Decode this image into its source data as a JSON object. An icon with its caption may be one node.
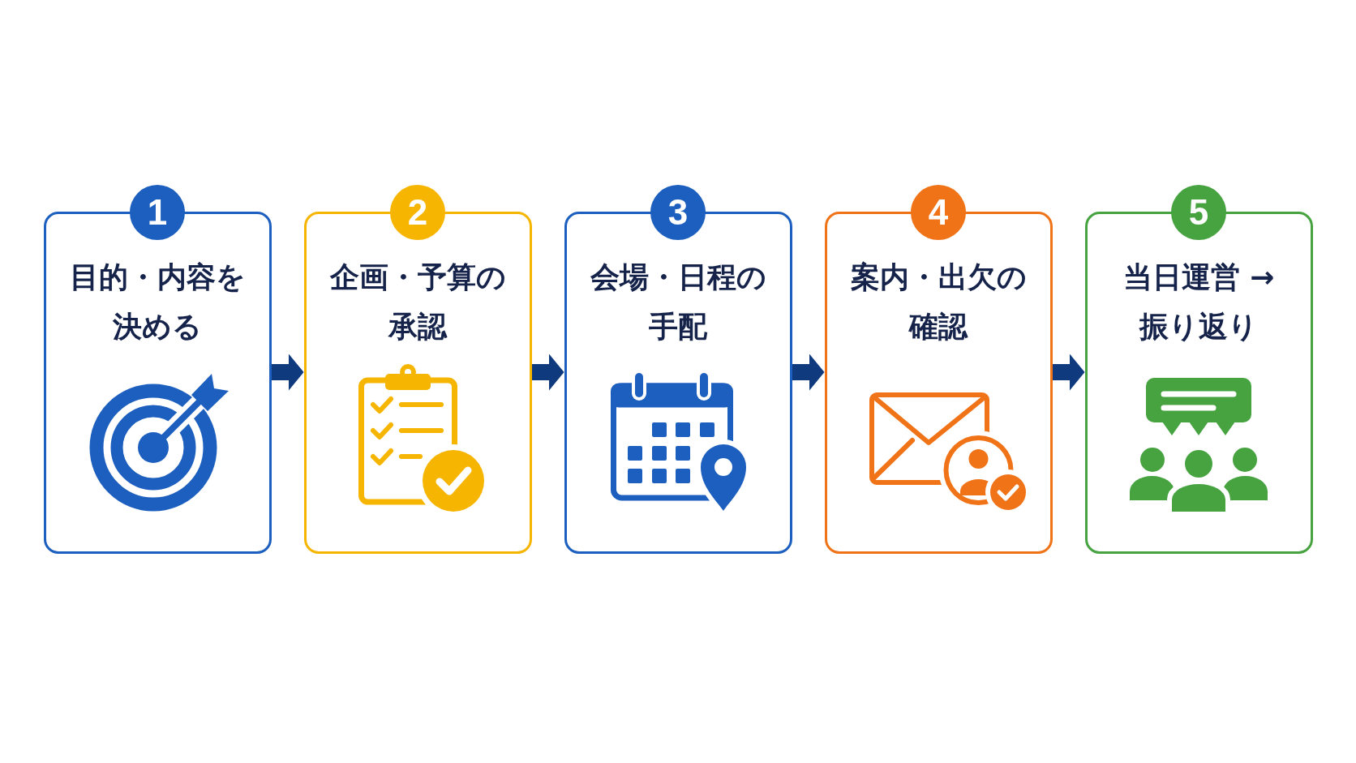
{
  "diagram": {
    "nodes": [
      {
        "text": [
          "1",
          "目的・内容を決める"
        ]
      },
      {
        "text": [
          "2",
          "企画・予算の承認"
        ]
      },
      {
        "text": [
          "3",
          "会場・日程の手配"
        ]
      },
      {
        "text": [
          "4",
          "案内・出欠の確認"
        ]
      },
      {
        "text": [
          "5",
          "当日運営 → 振り返り"
        ]
      }
    ],
    "edges": [
      {
        "from": 0,
        "to": 1,
        "arrow": "to"
      },
      {
        "from": 1,
        "to": 2,
        "arrow": "to"
      },
      {
        "from": 2,
        "to": 3,
        "arrow": "to"
      },
      {
        "from": 3,
        "to": 4,
        "arrow": "to"
      }
    ]
  }
}
